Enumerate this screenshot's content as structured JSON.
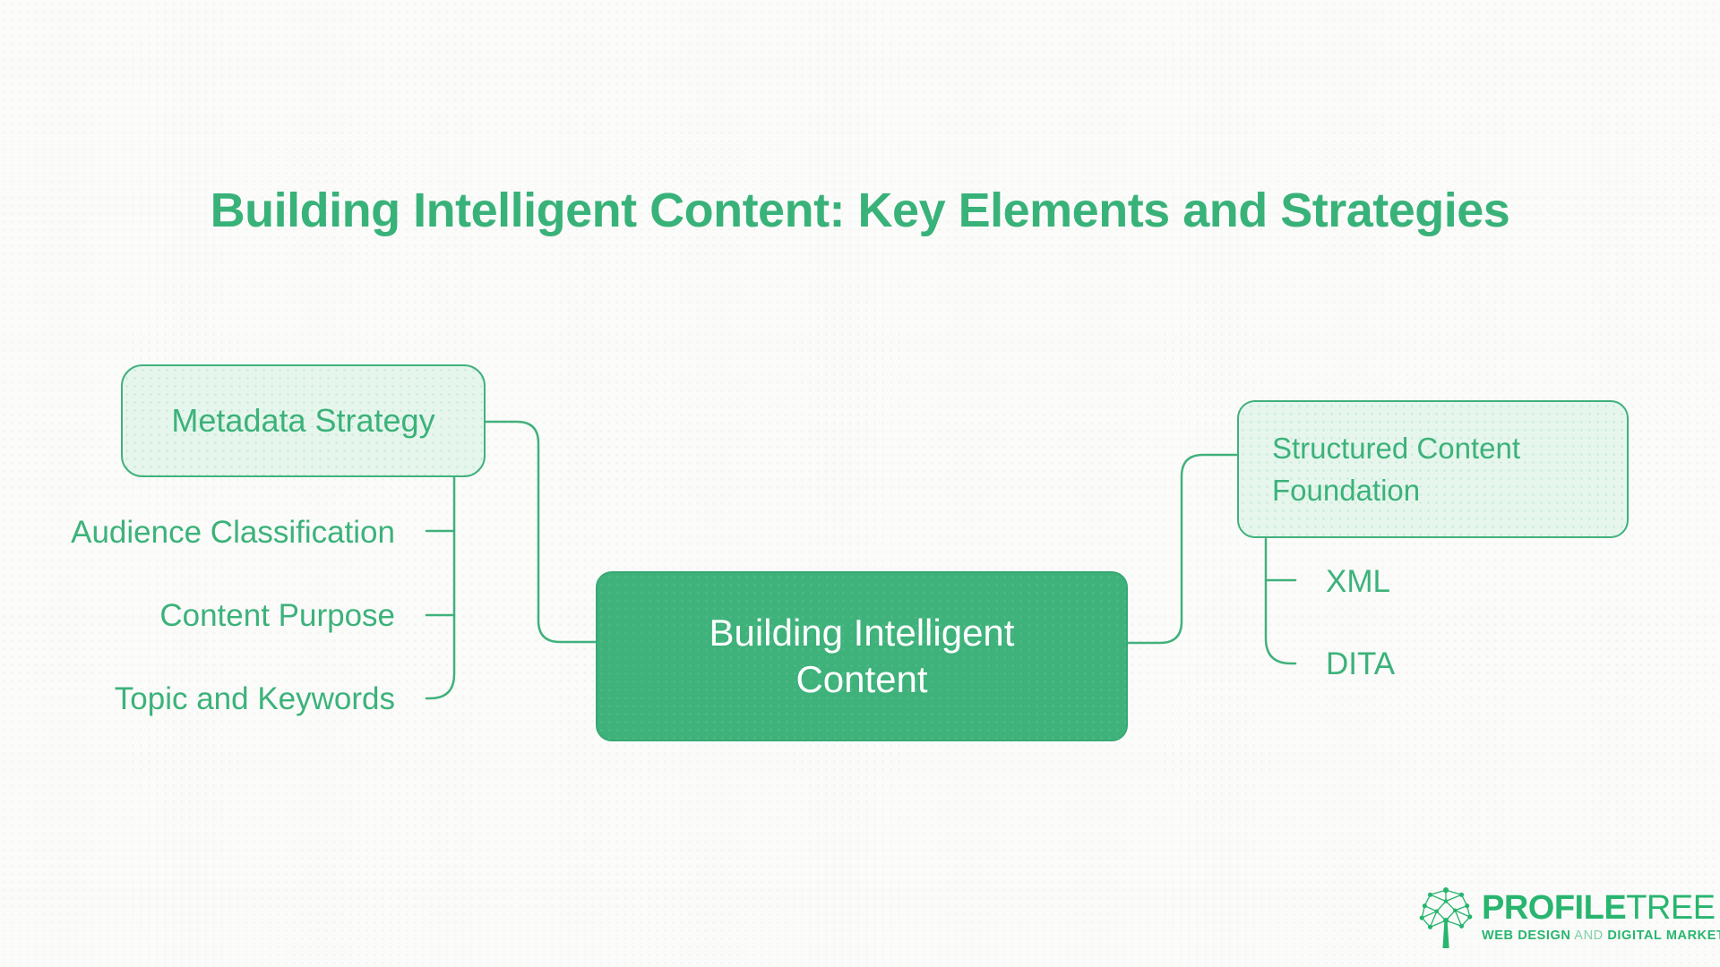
{
  "title": "Building Intelligent Content: Key Elements and Strategies",
  "mindmap": {
    "center": {
      "label": "Building Intelligent Content"
    },
    "left_branch": {
      "label": "Metadata Strategy",
      "children": [
        "Audience Classification",
        "Content Purpose",
        "Topic and Keywords"
      ]
    },
    "right_branch": {
      "label": "Structured Content Foundation",
      "children": [
        "XML",
        "DITA"
      ]
    }
  },
  "logo": {
    "wordmark_bold": "PROFILE",
    "wordmark_light": "TREE",
    "tagline_bold1": "WEB DESIGN",
    "tagline_mid": "AND",
    "tagline_bold2": "DIGITAL MARKETING",
    "icon": "network-tree-icon"
  },
  "colors": {
    "accent_green": "#3cb27a",
    "connector_green": "#41b17c",
    "node_fill_light": "#e6f6ed",
    "node_fill_dark": "#3eb27a",
    "background": "#fbfbfa",
    "logo_green": "#28b56f"
  }
}
